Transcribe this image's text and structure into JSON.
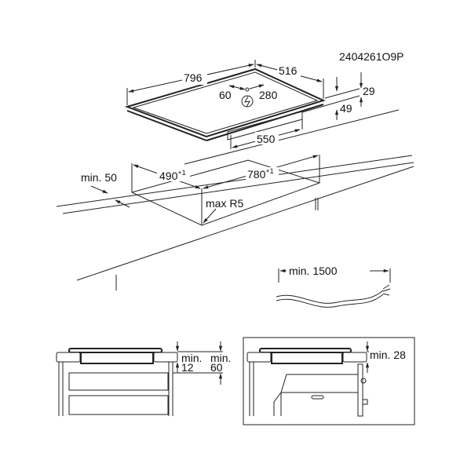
{
  "drawing_code": "2404261O9P",
  "hob": {
    "width": "796",
    "depth": "516",
    "thickness_top": "29",
    "height_total": "49",
    "box_width": "550",
    "conn_left": "60",
    "conn_right": "280",
    "power_symbol": "power-connection"
  },
  "cutout": {
    "depth": "490",
    "depth_tol": "+1",
    "width": "780",
    "width_tol": "+1",
    "radius": "max R5",
    "wall_min": "min. 50"
  },
  "cable": {
    "length": "min. 1500"
  },
  "install_drawer": {
    "min_label_a": "min.",
    "min_value_a": "12",
    "min_label_b": "min.",
    "min_value_b": "60"
  },
  "install_oven": {
    "min_value": "min. 28"
  }
}
